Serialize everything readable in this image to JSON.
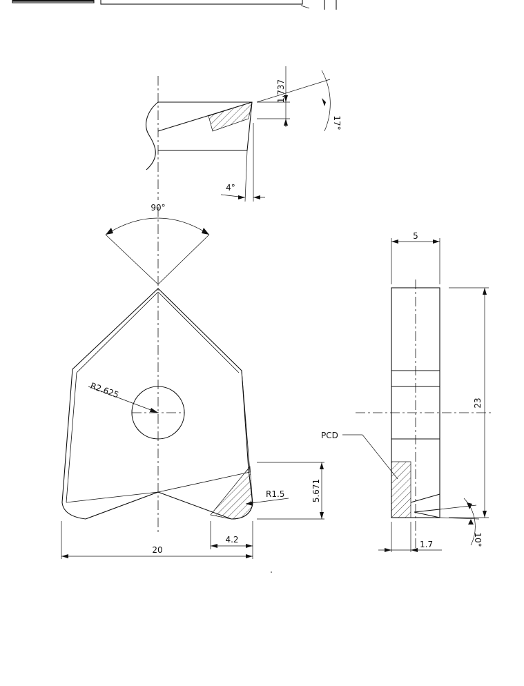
{
  "title_block": {
    "cell_1": "",
    "cell_2": "",
    "cell_3": ""
  },
  "top_view": {
    "dim_thickness": "1.737",
    "angle_rake": "17°",
    "angle_clearance": "4°"
  },
  "front_view": {
    "angle_point": "90°",
    "radius_hole": "R2.625",
    "radius_corner": "R1.5",
    "dim_height": "5.671",
    "dim_offset": "4.2",
    "dim_width": "20"
  },
  "side_view": {
    "dim_thickness": "5",
    "dim_length": "23",
    "label_material": "PCD",
    "dim_tip": "1.7",
    "angle_relief": "10°"
  }
}
